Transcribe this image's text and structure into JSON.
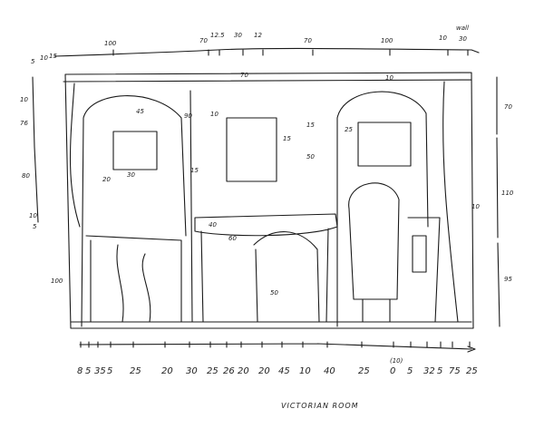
{
  "title": "VICTORIAN ROOM",
  "top_dimensions": [
    "100",
    "70",
    "12.5",
    "30",
    "12",
    "70",
    "100",
    "10",
    "30"
  ],
  "top_note": "wall",
  "left_dimensions": [
    "5",
    "10",
    "15",
    "10",
    "76",
    "80",
    "10",
    "5",
    "100"
  ],
  "right_dimensions": [
    "70",
    "110",
    "95"
  ],
  "bottom_dimensions": [
    "8",
    "5",
    "35",
    "5",
    "25",
    "20",
    "30",
    "25",
    "26",
    "20",
    "20",
    "45",
    "10",
    "40",
    "25",
    "0",
    "5",
    "32",
    "5",
    "75",
    "25"
  ],
  "bottom_note": "(10)",
  "interior_labels": [
    "45",
    "90",
    "10",
    "30",
    "15",
    "50",
    "40",
    "70",
    "15",
    "10",
    "60",
    "50",
    "25",
    "10",
    "15",
    "20"
  ]
}
